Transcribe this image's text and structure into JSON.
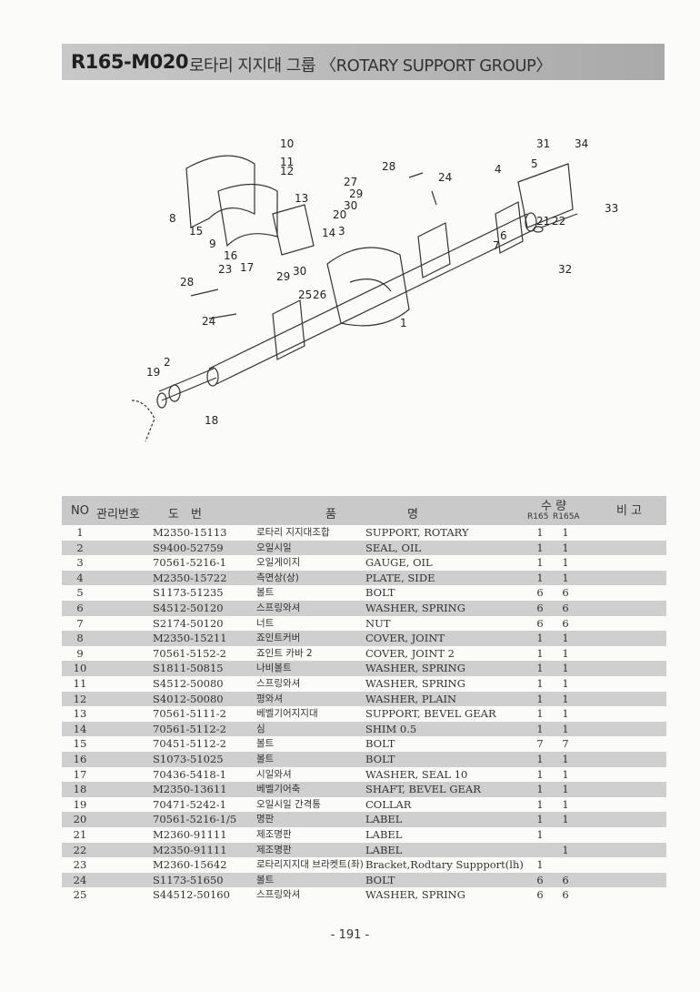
{
  "header": {
    "code": "R165-M020",
    "title": "로타리 지지대 그룹 〈ROTARY SUPPORT GROUP〉"
  },
  "diagram": {
    "callouts": [
      "10",
      "11",
      "12",
      "13",
      "8",
      "15",
      "9",
      "28",
      "27",
      "29",
      "24",
      "30",
      "20",
      "3",
      "14",
      "16",
      "17",
      "23",
      "29",
      "30",
      "28",
      "26",
      "25",
      "24",
      "1",
      "2",
      "19",
      "18",
      "31",
      "34",
      "5",
      "4",
      "33",
      "21",
      "22",
      "6",
      "7",
      "32"
    ]
  },
  "table": {
    "headers": {
      "no": "NO",
      "mgmt": "관리번호",
      "part": "도　번",
      "name_kr": "품",
      "name_en": "명",
      "qty": "수 량",
      "q1": "R165",
      "q2": "R165A",
      "remark": "비 고"
    },
    "rows": [
      {
        "no": "1",
        "part": "M2350-15113",
        "kr": "로타리 지지대조합",
        "en": "SUPPORT, ROTARY",
        "q1": "1",
        "q2": "1"
      },
      {
        "no": "2",
        "part": "S9400-52759",
        "kr": "오일시일",
        "en": "SEAL, OIL",
        "q1": "1",
        "q2": "1"
      },
      {
        "no": "3",
        "part": "70561-5216-1",
        "kr": "오일게이지",
        "en": "GAUGE, OIL",
        "q1": "1",
        "q2": "1"
      },
      {
        "no": "4",
        "part": "M2350-15722",
        "kr": "측면상(상)",
        "en": "PLATE, SIDE",
        "q1": "1",
        "q2": "1"
      },
      {
        "no": "5",
        "part": "S1173-51235",
        "kr": "볼트",
        "en": "BOLT",
        "q1": "6",
        "q2": "6"
      },
      {
        "no": "6",
        "part": "S4512-50120",
        "kr": "스프링와셔",
        "en": "WASHER, SPRING",
        "q1": "6",
        "q2": "6"
      },
      {
        "no": "7",
        "part": "S2174-50120",
        "kr": "너트",
        "en": "NUT",
        "q1": "6",
        "q2": "6"
      },
      {
        "no": "8",
        "part": "M2350-15211",
        "kr": "죠인트커버",
        "en": "COVER, JOINT",
        "q1": "1",
        "q2": "1"
      },
      {
        "no": "9",
        "part": "70561-5152-2",
        "kr": "죠인트 카바 2",
        "en": "COVER, JOINT 2",
        "q1": "1",
        "q2": "1"
      },
      {
        "no": "10",
        "part": "S1811-50815",
        "kr": "나비볼트",
        "en": "WASHER, SPRING",
        "q1": "1",
        "q2": "1"
      },
      {
        "no": "11",
        "part": "S4512-50080",
        "kr": "스프링와셔",
        "en": "WASHER, SPRING",
        "q1": "1",
        "q2": "1"
      },
      {
        "no": "12",
        "part": "S4012-50080",
        "kr": "평와셔",
        "en": "WASHER, PLAIN",
        "q1": "1",
        "q2": "1"
      },
      {
        "no": "13",
        "part": "70561-5111-2",
        "kr": "베벨기어지지대",
        "en": "SUPPORT, BEVEL GEAR",
        "q1": "1",
        "q2": "1"
      },
      {
        "no": "14",
        "part": "70561-5112-2",
        "kr": "심",
        "en": "SHIM 0.5",
        "q1": "1",
        "q2": "1"
      },
      {
        "no": "15",
        "part": "70451-5112-2",
        "kr": "볼트",
        "en": "BOLT",
        "q1": "7",
        "q2": "7"
      },
      {
        "no": "16",
        "part": "S1073-51025",
        "kr": "볼트",
        "en": "BOLT",
        "q1": "1",
        "q2": "1"
      },
      {
        "no": "17",
        "part": "70436-5418-1",
        "kr": "시일와셔",
        "en": "WASHER, SEAL 10",
        "q1": "1",
        "q2": "1"
      },
      {
        "no": "18",
        "part": "M2350-13611",
        "kr": "베벨기어축",
        "en": "SHAFT, BEVEL GEAR",
        "q1": "1",
        "q2": "1"
      },
      {
        "no": "19",
        "part": "70471-5242-1",
        "kr": "오일시일 간격통",
        "en": "COLLAR",
        "q1": "1",
        "q2": "1"
      },
      {
        "no": "20",
        "part": "70561-5216-1/5",
        "kr": "명판",
        "en": "LABEL",
        "q1": "1",
        "q2": "1"
      },
      {
        "no": "21",
        "part": "M2360-91111",
        "kr": "제조명판",
        "en": "LABEL",
        "q1": "1",
        "q2": ""
      },
      {
        "no": "22",
        "part": "M2350-91111",
        "kr": "제조명판",
        "en": "LABEL",
        "q1": "",
        "q2": "1"
      },
      {
        "no": "23",
        "part": "M2360-15642",
        "kr": "로타리지지대 브라켓트(좌)",
        "en": "Bracket,Rodtary Suppport(lh)",
        "q1": "1",
        "q2": ""
      },
      {
        "no": "24",
        "part": "S1173-51650",
        "kr": "볼트",
        "en": "BOLT",
        "q1": "6",
        "q2": "6"
      },
      {
        "no": "25",
        "part": "S44512-50160",
        "kr": "스프링와셔",
        "en": "WASHER, SPRING",
        "q1": "6",
        "q2": "6"
      }
    ]
  },
  "footer": {
    "page": "- 191 -"
  }
}
